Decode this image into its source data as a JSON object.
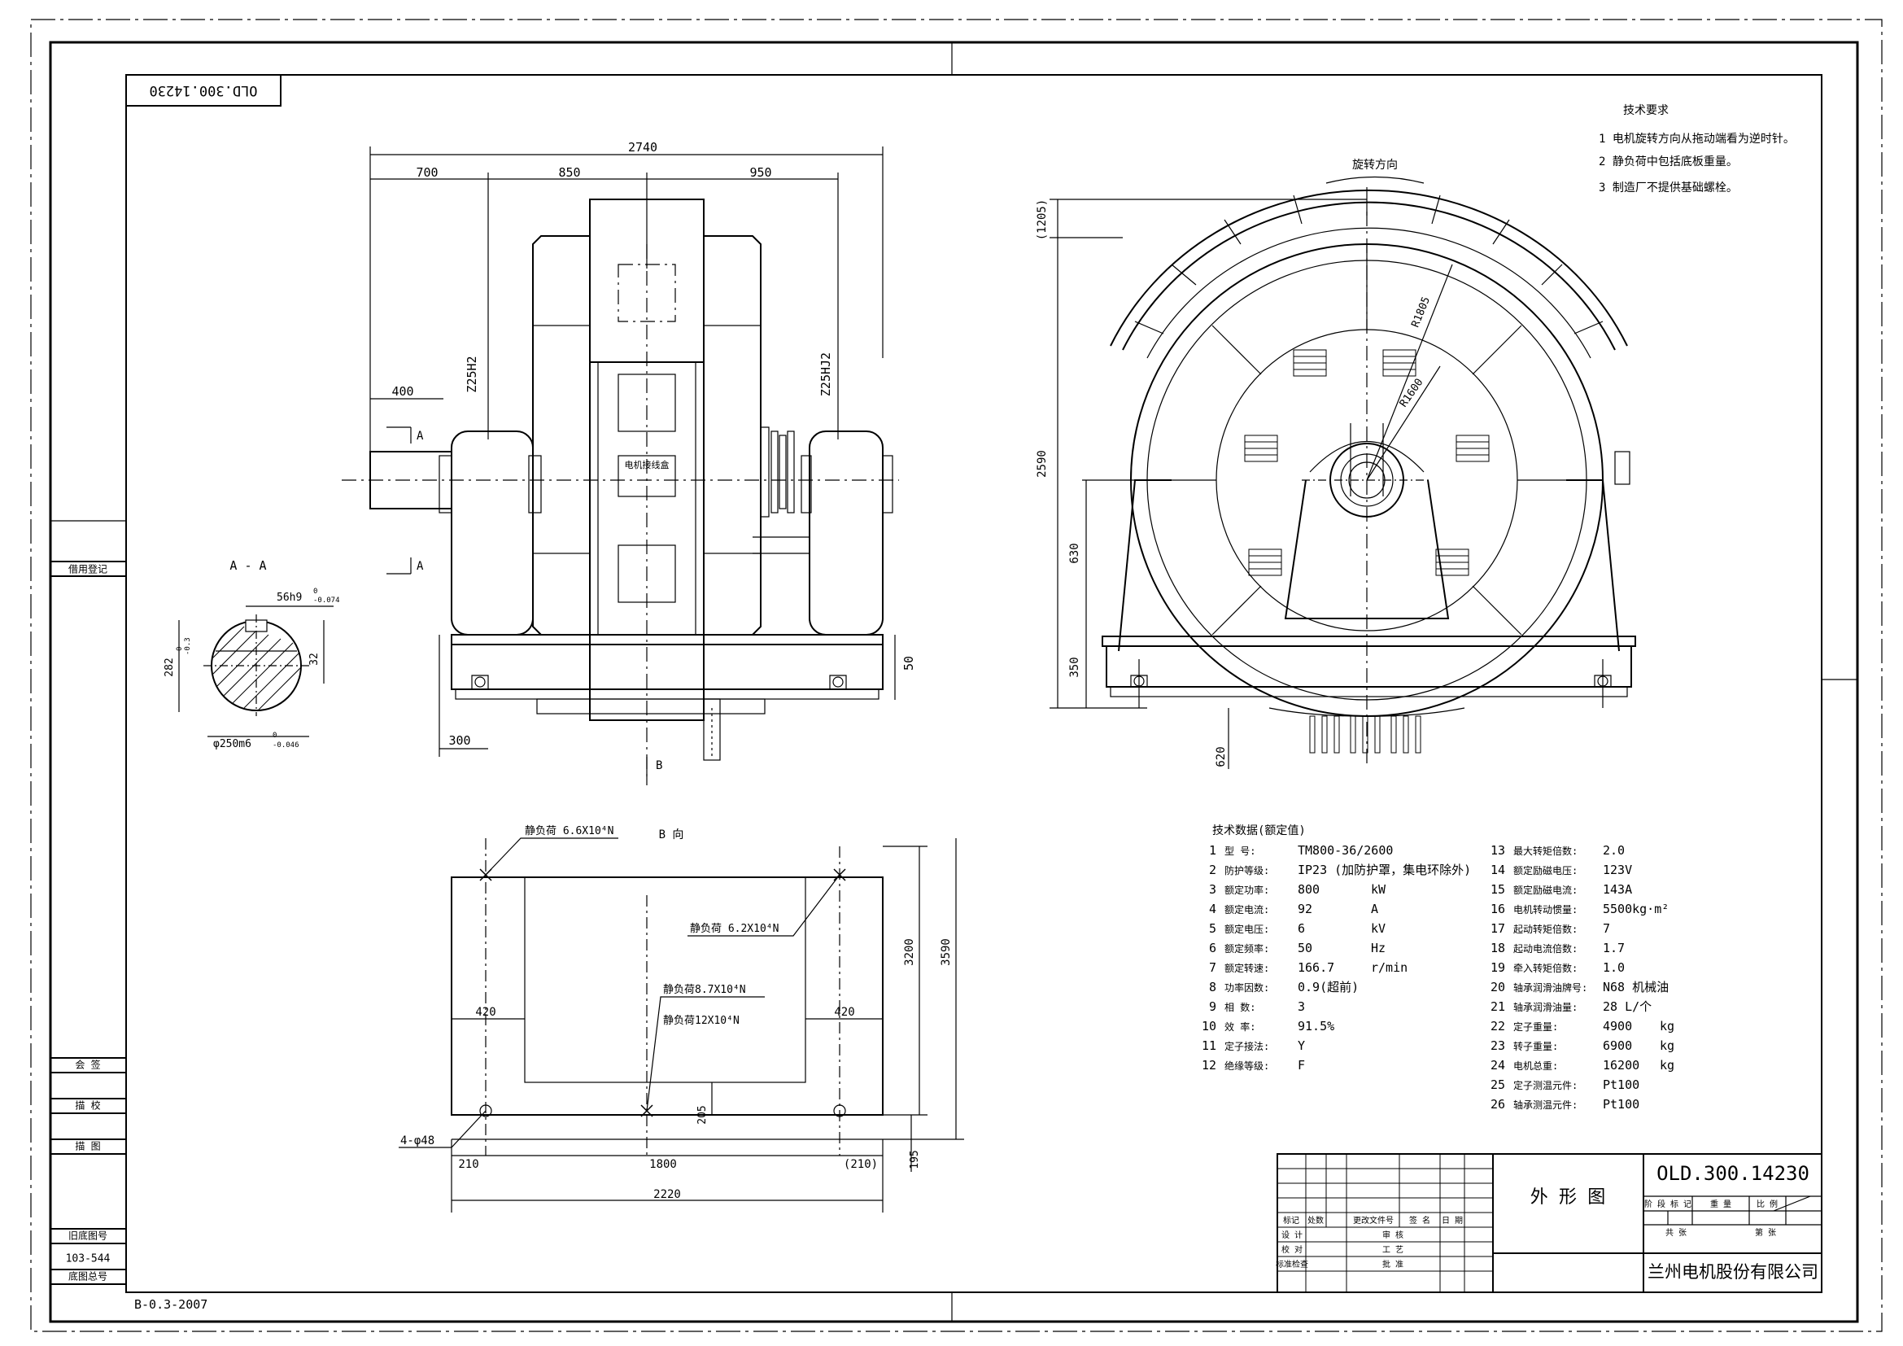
{
  "drawing_number": "OLD.300.14230",
  "drawing_number_rotated": "OLD.300.14230",
  "form_code": "B-0.3-2007",
  "left_strip": {
    "usage_label": "借用登记",
    "box_labels": [
      "会 签",
      "描 校",
      "描 图"
    ],
    "old_number_label": "旧底图号",
    "old_number_value": "103-544",
    "archive_label": "底图总号"
  },
  "front_view": {
    "dim_total": "2740",
    "dim_left": "700",
    "dim_mid": "850",
    "dim_right": "950",
    "dim_shaft": "400",
    "dim_base_offset": "300",
    "dim_base_h": "50",
    "bearing_left": "Z25H2",
    "bearing_right": "Z25HJ2",
    "section_mark_a": "A",
    "view_mark_b": "B",
    "center_label": "电机接线盒"
  },
  "section_aa": {
    "title": "A - A",
    "key_dim": "56h9",
    "key_tol_top": "0",
    "key_tol_bot": "-0.074",
    "depth_dim": "282",
    "depth_tol_top": "0",
    "depth_tol_bot": "-0.3",
    "key_depth": "32",
    "dia_dim": "φ250m6",
    "dia_tol_top": "0",
    "dia_tol_bot": "-0.046"
  },
  "side_view": {
    "rotation_label": "旋转方向",
    "dim_top": "(1205)",
    "dim_height": "2590",
    "dim_630": "630",
    "dim_350": "350",
    "dim_620": "620",
    "r1805": "R1805",
    "r1600": "R1600"
  },
  "foundation_view": {
    "title": "B 向",
    "load1": "静负荷 6.6X10⁴N",
    "load2": "静负荷 6.2X10⁴N",
    "load3": "静负荷8.7X10⁴N",
    "load4": "静负荷12X10⁴N",
    "dim_420_left": "420",
    "dim_420_right": "420",
    "dim_3200": "3200",
    "dim_3590": "3590",
    "dim_205": "205",
    "dim_195": "195",
    "holes": "4-φ48",
    "dim_210": "210",
    "dim_1800": "1800",
    "dim_210b": "(210)",
    "dim_2220": "2220"
  },
  "tech_requirements": {
    "title": "技术要求",
    "items": [
      "1  电机旋转方向从拖动端看为逆时针。",
      "2  静负荷中包括底板重量。",
      "3  制造厂不提供基础螺栓。"
    ]
  },
  "tech_data": {
    "title": "技术数据(额定值)",
    "left": [
      {
        "no": "1",
        "name": "型    号:",
        "value": "TM800-36/2600",
        "unit": ""
      },
      {
        "no": "2",
        "name": "防护等级:",
        "value": "IP23 (加防护罩，集电环除外)",
        "unit": ""
      },
      {
        "no": "3",
        "name": "额定功率:",
        "value": "800",
        "unit": "kW"
      },
      {
        "no": "4",
        "name": "额定电流:",
        "value": "92",
        "unit": "A"
      },
      {
        "no": "5",
        "name": "额定电压:",
        "value": "6",
        "unit": "kV"
      },
      {
        "no": "6",
        "name": "额定频率:",
        "value": "50",
        "unit": "Hz"
      },
      {
        "no": "7",
        "name": "额定转速:",
        "value": "166.7",
        "unit": "r/min"
      },
      {
        "no": "8",
        "name": "功率因数:",
        "value": "0.9(超前)",
        "unit": ""
      },
      {
        "no": "9",
        "name": "相    数:",
        "value": "3",
        "unit": ""
      },
      {
        "no": "10",
        "name": "效    率:",
        "value": "91.5%",
        "unit": ""
      },
      {
        "no": "11",
        "name": "定子接法:",
        "value": "Y",
        "unit": ""
      },
      {
        "no": "12",
        "name": "绝缘等级:",
        "value": "F",
        "unit": ""
      }
    ],
    "right": [
      {
        "no": "13",
        "name": "最大转矩倍数:",
        "value": "2.0",
        "unit": ""
      },
      {
        "no": "14",
        "name": "额定励磁电压:",
        "value": "123V",
        "unit": ""
      },
      {
        "no": "15",
        "name": "额定励磁电流:",
        "value": "143A",
        "unit": ""
      },
      {
        "no": "16",
        "name": "电机转动惯量:",
        "value": "5500kg·m²",
        "unit": ""
      },
      {
        "no": "17",
        "name": "起动转矩倍数:",
        "value": "7",
        "unit": ""
      },
      {
        "no": "18",
        "name": "起动电流倍数:",
        "value": "1.7",
        "unit": ""
      },
      {
        "no": "19",
        "name": "牵入转矩倍数:",
        "value": "1.0",
        "unit": ""
      },
      {
        "no": "20",
        "name": "轴承润滑油牌号:",
        "value": "N68  机械油",
        "unit": ""
      },
      {
        "no": "21",
        "name": "轴承润滑油量:",
        "value": "28 L/个",
        "unit": ""
      },
      {
        "no": "22",
        "name": "定子重量:",
        "value": "4900",
        "unit": "kg"
      },
      {
        "no": "23",
        "name": "转子重量:",
        "value": "6900",
        "unit": "kg"
      },
      {
        "no": "24",
        "name": "电机总重:",
        "value": "16200",
        "unit": "kg"
      },
      {
        "no": "25",
        "name": "定子测温元件:",
        "value": "Pt100",
        "unit": ""
      },
      {
        "no": "26",
        "name": "轴承测温元件:",
        "value": "Pt100",
        "unit": ""
      }
    ]
  },
  "title_block": {
    "drawing_name": "外 形 图",
    "drawing_number": "OLD.300.14230",
    "company": "兰州电机股份有限公司",
    "row_labels": [
      "标记",
      "处数",
      "更改文件号",
      "签 名",
      "日 期"
    ],
    "roles": [
      "设 计",
      "审 核",
      "校 对",
      "工 艺",
      "标准检查",
      "批 准"
    ],
    "stage_labels": [
      "阶 段 标 记",
      "重 量",
      "比 例"
    ],
    "sheet_labels": [
      "共    张",
      "第    张"
    ]
  }
}
